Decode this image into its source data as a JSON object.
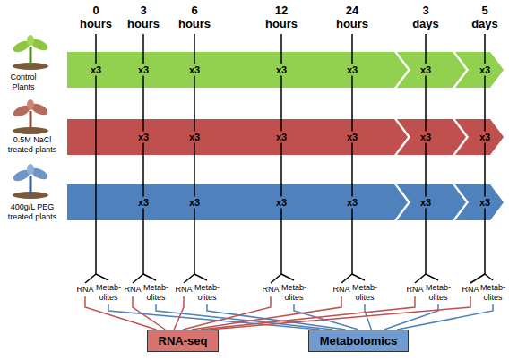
{
  "diagram": {
    "nodes": [
      {
        "text": [
          "Control Plants",
          "x3",
          "x3",
          "x3",
          "x3",
          "x3",
          "x3",
          "x3"
        ]
      },
      {
        "text": [
          "0.5M NaCl treated plants",
          "x3",
          "x3",
          "x3",
          "x3",
          "x3",
          "x3"
        ]
      },
      {
        "text": [
          "400g/L PEG treated plants",
          "x3",
          "x3",
          "x3",
          "x3",
          "x3",
          "x3"
        ]
      },
      {
        "text": [
          "RNA"
        ]
      },
      {
        "text": [
          "Metab- olites"
        ]
      },
      {
        "text": [
          "RNA"
        ]
      },
      {
        "text": [
          "Metab- olites"
        ]
      },
      {
        "text": [
          "RNA"
        ]
      },
      {
        "text": [
          "Metab- olites"
        ]
      },
      {
        "text": [
          "RNA"
        ]
      },
      {
        "text": [
          "Metab- olites"
        ]
      },
      {
        "text": [
          "RNA"
        ]
      },
      {
        "text": [
          "Metab- olites"
        ]
      },
      {
        "text": [
          "RNA"
        ]
      },
      {
        "text": [
          "Metab- olites"
        ]
      },
      {
        "text": [
          "RNA"
        ]
      },
      {
        "text": [
          "Metab- olites"
        ]
      },
      {
        "text": [
          "RNA-seq"
        ]
      },
      {
        "text": [
          "Metabolomics"
        ]
      }
    ],
    "edges": [
      {
        "from": 3,
        "to": 17,
        "arrow": "none"
      },
      {
        "from": 4,
        "to": 18,
        "arrow": "none"
      },
      {
        "from": 5,
        "to": 17,
        "arrow": "none"
      },
      {
        "from": 6,
        "to": 18,
        "arrow": "none"
      },
      {
        "from": 7,
        "to": 17,
        "arrow": "none"
      },
      {
        "from": 8,
        "to": 18,
        "arrow": "none"
      },
      {
        "from": 9,
        "to": 17,
        "arrow": "none"
      },
      {
        "from": 10,
        "to": 18,
        "arrow": "none"
      },
      {
        "from": 11,
        "to": 17,
        "arrow": "none"
      },
      {
        "from": 12,
        "to": 18,
        "arrow": "none"
      },
      {
        "from": 13,
        "to": 17,
        "arrow": "none"
      },
      {
        "from": 14,
        "to": 18,
        "arrow": "none"
      },
      {
        "from": 15,
        "to": 17,
        "arrow": "none"
      },
      {
        "from": 16,
        "to": 18,
        "arrow": "none"
      }
    ],
    "labels": [
      "0 hours",
      "3 hours",
      "6 hours",
      "12 hours",
      "24 hours",
      "3 days",
      "5 days"
    ]
  }
}
